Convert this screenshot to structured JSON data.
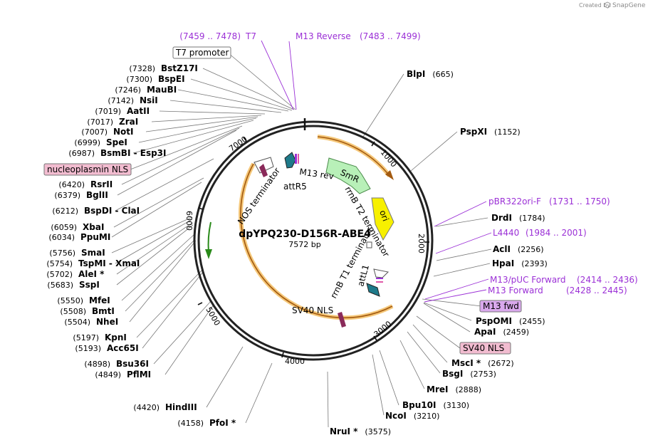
{
  "credit": {
    "text": "Created by",
    "brand": "SnapGene"
  },
  "plasmid": {
    "name": "dpYPQ230-D156R-ABE4",
    "length": "7572 bp",
    "total_bp": 7572
  },
  "ticks": [
    "1000",
    "2000",
    "3000",
    "4000",
    "5000",
    "6000",
    "7000"
  ],
  "colors": {
    "primer": "#9b30d6",
    "leader": "#777777",
    "orf": "#f0a030",
    "box_pink": "#f2bcd0"
  },
  "left_sites": [
    {
      "pos": "(7328)",
      "name": "BstZ17I",
      "site_bp": 7328
    },
    {
      "pos": "(7300)",
      "name": "BspEI",
      "site_bp": 7300
    },
    {
      "pos": "(7246)",
      "name": "MauBI",
      "site_bp": 7246
    },
    {
      "pos": "(7142)",
      "name": "NsiI",
      "site_bp": 7142
    },
    {
      "pos": "(7019)",
      "name": "AatII",
      "site_bp": 7019
    },
    {
      "pos": "(7017)",
      "name": "ZraI",
      "site_bp": 7017
    },
    {
      "pos": "(7007)",
      "name": "NotI",
      "site_bp": 7007
    },
    {
      "pos": "(6999)",
      "name": "SpeI",
      "site_bp": 6999
    },
    {
      "pos": "(6987)",
      "name": "BsmBI - Esp3I",
      "site_bp": 6987
    },
    {
      "pos": "(6420)",
      "name": "RsrII",
      "site_bp": 6420
    },
    {
      "pos": "(6379)",
      "name": "BglII",
      "site_bp": 6379
    },
    {
      "pos": "(6212)",
      "name": "BspDI - ClaI",
      "site_bp": 6212
    },
    {
      "pos": "(6059)",
      "name": "XbaI",
      "site_bp": 6059
    },
    {
      "pos": "(6034)",
      "name": "PpuMI",
      "site_bp": 6034
    },
    {
      "pos": "(5756)",
      "name": "SmaI",
      "site_bp": 5756
    },
    {
      "pos": "(5754)",
      "name": "TspMI - XmaI",
      "site_bp": 5754
    },
    {
      "pos": "(5702)",
      "name": "AleI *",
      "site_bp": 5702
    },
    {
      "pos": "(5683)",
      "name": "SspI",
      "site_bp": 5683
    },
    {
      "pos": "(5550)",
      "name": "MfeI",
      "site_bp": 5550
    },
    {
      "pos": "(5508)",
      "name": "BmtI",
      "site_bp": 5508
    },
    {
      "pos": "(5504)",
      "name": "NheI",
      "site_bp": 5504
    },
    {
      "pos": "(5197)",
      "name": "KpnI",
      "site_bp": 5197
    },
    {
      "pos": "(5193)",
      "name": "Acc65I",
      "site_bp": 5193
    },
    {
      "pos": "(4898)",
      "name": "Bsu36I",
      "site_bp": 4898
    },
    {
      "pos": "(4849)",
      "name": "PflMI",
      "site_bp": 4849
    },
    {
      "pos": "(4420)",
      "name": "HindIII",
      "site_bp": 4420
    },
    {
      "pos": "(4158)",
      "name": "PfoI *",
      "site_bp": 4158
    }
  ],
  "right_sites": [
    {
      "name": "BlpI",
      "pos": "(665)",
      "site_bp": 665
    },
    {
      "name": "PspXI",
      "pos": "(1152)",
      "site_bp": 1152
    },
    {
      "name": "DrdI",
      "pos": "(1784)",
      "site_bp": 1784
    },
    {
      "name": "AclI",
      "pos": "(2256)",
      "site_bp": 2256
    },
    {
      "name": "HpaI",
      "pos": "(2393)",
      "site_bp": 2393
    },
    {
      "name": "PspOMI",
      "pos": "(2455)",
      "site_bp": 2455
    },
    {
      "name": "ApaI",
      "pos": "(2459)",
      "site_bp": 2459
    },
    {
      "name": "MscI *",
      "pos": "(2672)",
      "site_bp": 2672
    },
    {
      "name": "BsgI",
      "pos": "(2753)",
      "site_bp": 2753
    },
    {
      "name": "MreI",
      "pos": "(2888)",
      "site_bp": 2888
    },
    {
      "name": "Bpu10I",
      "pos": "(3130)",
      "site_bp": 3130
    },
    {
      "name": "NcoI",
      "pos": "(3210)",
      "site_bp": 3210
    },
    {
      "name": "NruI *",
      "pos": "(3575)",
      "site_bp": 3575
    }
  ],
  "primers": [
    {
      "name": "T7",
      "range": "(7459 .. 7478)"
    },
    {
      "name": "M13 Reverse",
      "range": "(7483 .. 7499)"
    },
    {
      "name": "pBR322ori-F",
      "range": "(1731 .. 1750)"
    },
    {
      "name": "L4440",
      "range": "(1984 .. 2001)"
    },
    {
      "name": "M13/pUC Forward",
      "range": "(2414 .. 2436)"
    },
    {
      "name": "M13 Forward",
      "range": "(2428 .. 2445)"
    }
  ],
  "boxed_labels": {
    "t7_promoter": "T7 promoter",
    "nucleoplasmin_nls": "nucleoplasmin NLS",
    "m13_fwd": "M13 fwd",
    "sv40_nls_box": "SV40 NLS"
  },
  "features": {
    "smr": "SmR",
    "ori": "ori",
    "m13_rev": "M13 rev",
    "rrnb_t2": "rrnB T2 terminator",
    "rrnb_t1": "rrnB T1 terminator",
    "attr5": "attR5",
    "attl1": "attL1",
    "nos": "NOS terminator",
    "sv40_nls": "SV40 NLS"
  }
}
